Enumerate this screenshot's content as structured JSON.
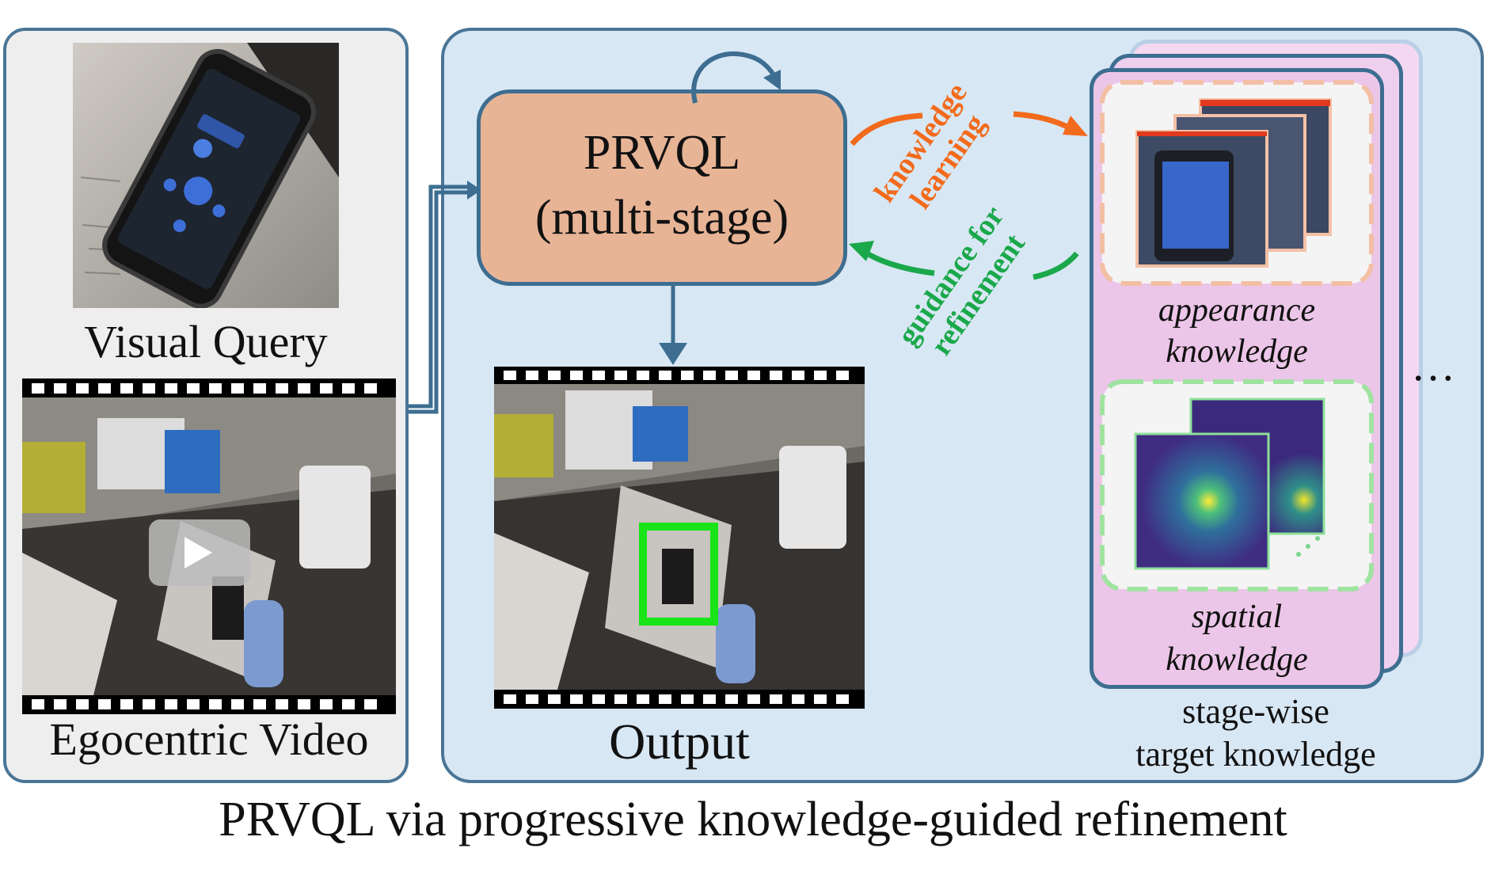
{
  "left_panel": {
    "visual_query_label": "Visual Query",
    "egocentric_video_label": "Egocentric Video"
  },
  "model": {
    "title": "PRVQL",
    "subtitle": "(multi-stage)"
  },
  "arrows": {
    "knowledge_learning_line1": "knowledge",
    "knowledge_learning_line2": "learning",
    "guidance_line1": "guidance for",
    "guidance_line2": "refinement"
  },
  "output_label": "Output",
  "knowledge_panel": {
    "appearance_line1": "appearance",
    "appearance_line2": "knowledge",
    "spatial_line1": "spatial",
    "spatial_line2": "knowledge",
    "caption_line1": "stage-wise",
    "caption_line2": "target knowledge",
    "ellipsis": "…"
  },
  "caption": "PRVQL via progressive knowledge-guided refinement",
  "colors": {
    "orange_arrow": "#f26a1b",
    "green_arrow": "#1aa84a",
    "border_blue": "#3d6e91",
    "box_fill": "#e8b496",
    "knowledge_fill": "#ecc6e8",
    "detection_box": "#18e418"
  }
}
